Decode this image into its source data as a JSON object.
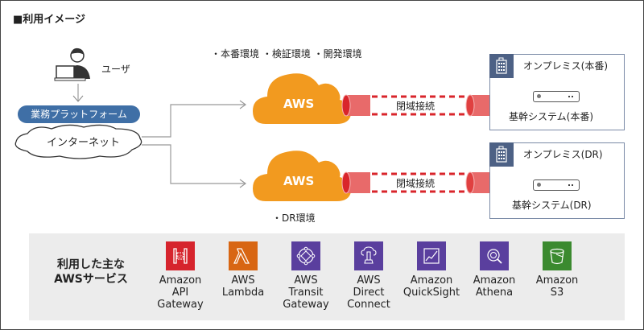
{
  "title": "■利用イメージ",
  "user": {
    "label": "ユーザ",
    "icon": "user-at-laptop-icon"
  },
  "platform": {
    "label": "業務プラットフォーム"
  },
  "internet": {
    "label": "インターネット"
  },
  "environments": {
    "primary": "・本番環境 ・検証環境 ・開発環境",
    "dr": "・DR環境"
  },
  "aws_clouds": [
    {
      "label": "AWS",
      "color": "#f29a1f"
    },
    {
      "label": "AWS",
      "color": "#f29a1f"
    }
  ],
  "connections": [
    {
      "label": "閉域接続",
      "color": "#d9252b"
    },
    {
      "label": "閉域接続",
      "color": "#d9252b"
    }
  ],
  "onprem": [
    {
      "title": "オンプレミス(本番)",
      "system": "基幹システム(本番)"
    },
    {
      "title": "オンプレミス(DR)",
      "system": "基幹システム(DR)"
    }
  ],
  "services": {
    "heading_line1": "利用した主な",
    "heading_line2": "AWSサービス",
    "items": [
      {
        "name_lines": [
          "Amazon",
          "API",
          "Gateway"
        ],
        "color": "#d6242d",
        "icon": "api-gateway-icon"
      },
      {
        "name_lines": [
          "AWS",
          "Lambda",
          ""
        ],
        "color": "#d86613",
        "icon": "lambda-icon"
      },
      {
        "name_lines": [
          "AWS",
          "Transit",
          "Gateway"
        ],
        "color": "#5a3f9e",
        "icon": "transit-gateway-icon"
      },
      {
        "name_lines": [
          "AWS",
          "Direct",
          "Connect"
        ],
        "color": "#5a3f9e",
        "icon": "direct-connect-icon"
      },
      {
        "name_lines": [
          "Amazon",
          "QuickSight",
          ""
        ],
        "color": "#5a3f9e",
        "icon": "quicksight-icon"
      },
      {
        "name_lines": [
          "Amazon",
          "Athena",
          ""
        ],
        "color": "#5a3f9e",
        "icon": "athena-icon"
      },
      {
        "name_lines": [
          "Amazon",
          "S3",
          ""
        ],
        "color": "#3b8a2f",
        "icon": "s3-icon"
      }
    ]
  }
}
